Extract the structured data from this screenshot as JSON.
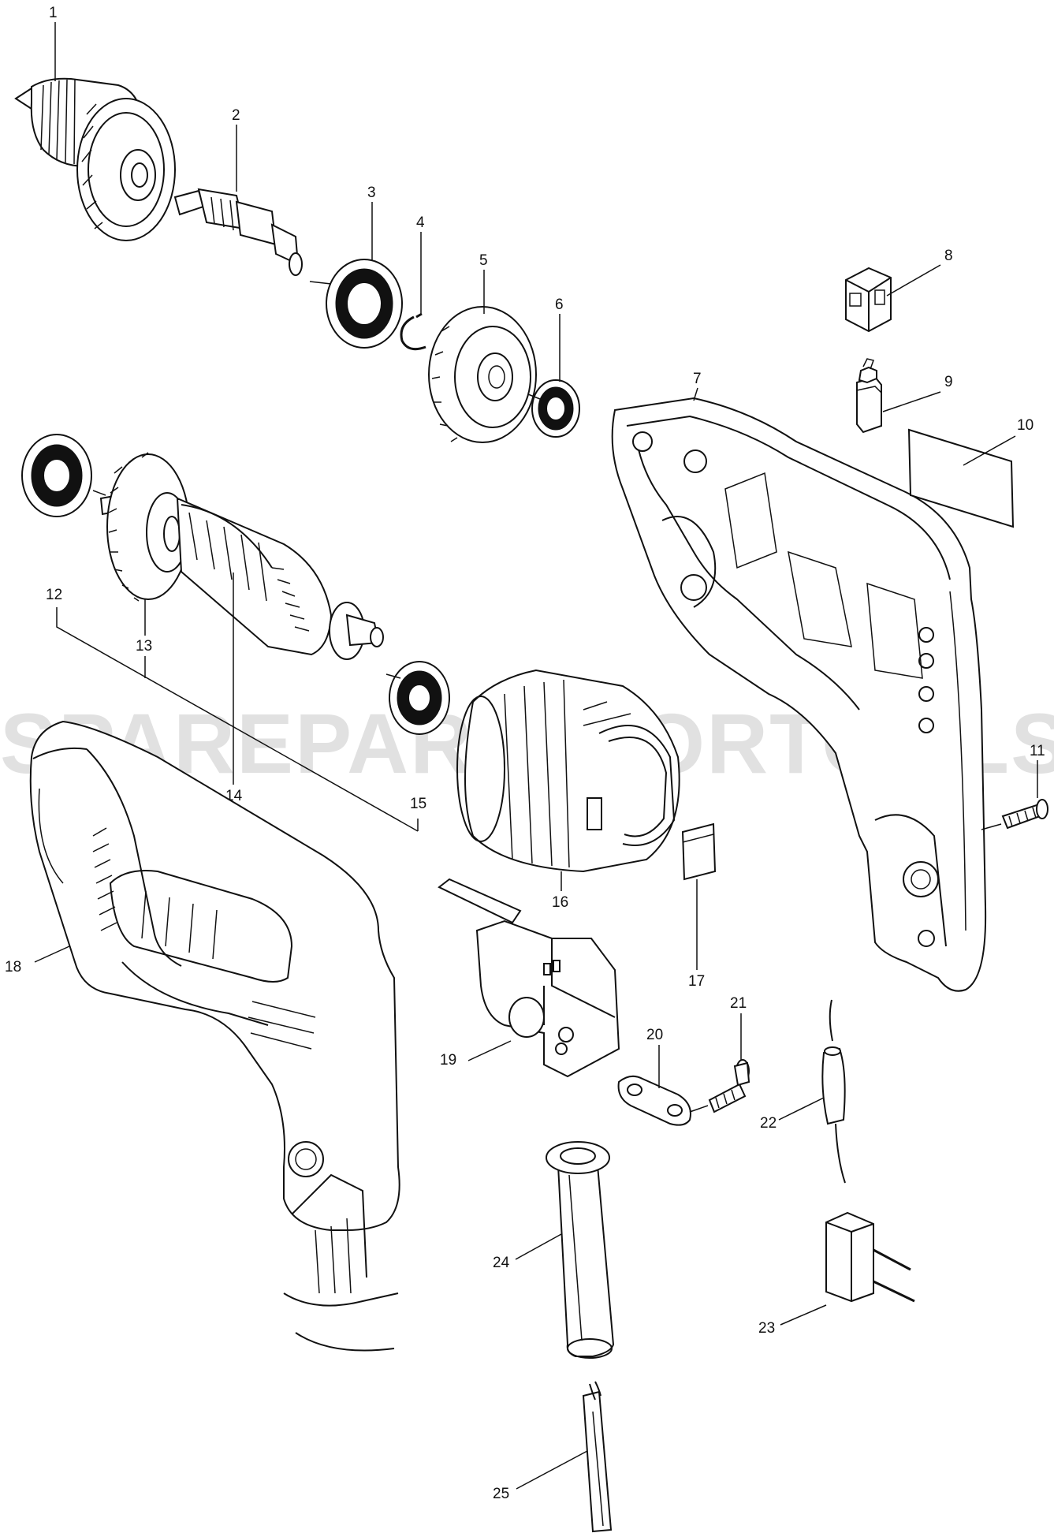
{
  "watermark": "SPAREPARTSFORTOOLS.COM.AU",
  "part_labels": {
    "p1": "1",
    "p2": "2",
    "p3": "3",
    "p4": "4",
    "p5": "5",
    "p6": "6",
    "p7": "7",
    "p8": "8",
    "p9": "9",
    "p10": "10",
    "p11": "11",
    "p12": "12",
    "p13": "13",
    "p14": "14",
    "p15": "15",
    "p16": "16",
    "p17": "17",
    "p18": "18",
    "p19": "19",
    "p20": "20",
    "p21": "21",
    "p22": "22",
    "p23": "23",
    "p24": "24",
    "p25": "25"
  }
}
